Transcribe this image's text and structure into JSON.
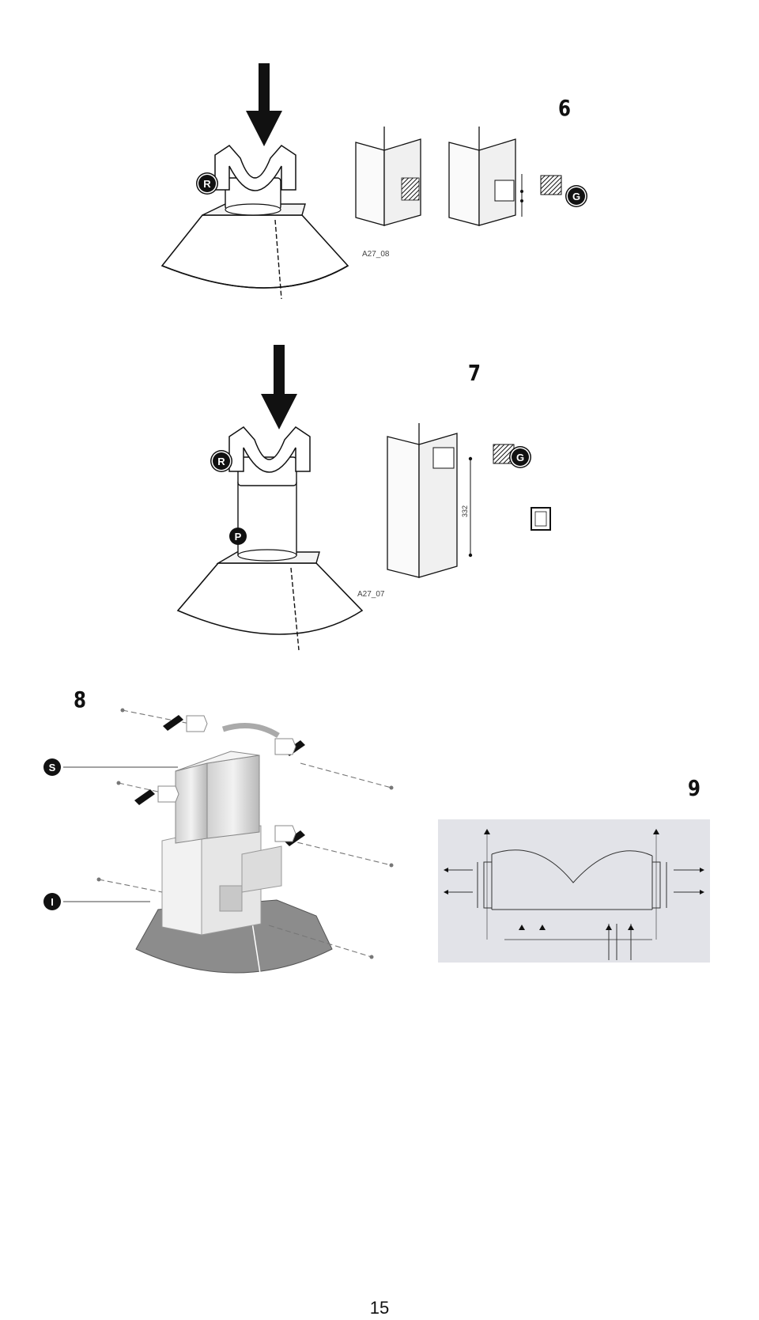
{
  "figures": {
    "fig6": {
      "number": "6",
      "code": "A27_08",
      "labels": {
        "r": "R",
        "g": "G"
      }
    },
    "fig7": {
      "number": "7",
      "code": "A27_07",
      "labels": {
        "r": "R",
        "p": "P",
        "g": "G"
      },
      "dimension": "332"
    },
    "fig8": {
      "number": "8",
      "labels": {
        "s": "S",
        "i": "I"
      }
    },
    "fig9": {
      "number": "9"
    }
  },
  "page": {
    "number": "15"
  },
  "colors": {
    "ink": "#111111",
    "panel": "#e2e3e8",
    "hood_shade": "#8c8c8c",
    "duct_shade": "#cfcfcf"
  }
}
